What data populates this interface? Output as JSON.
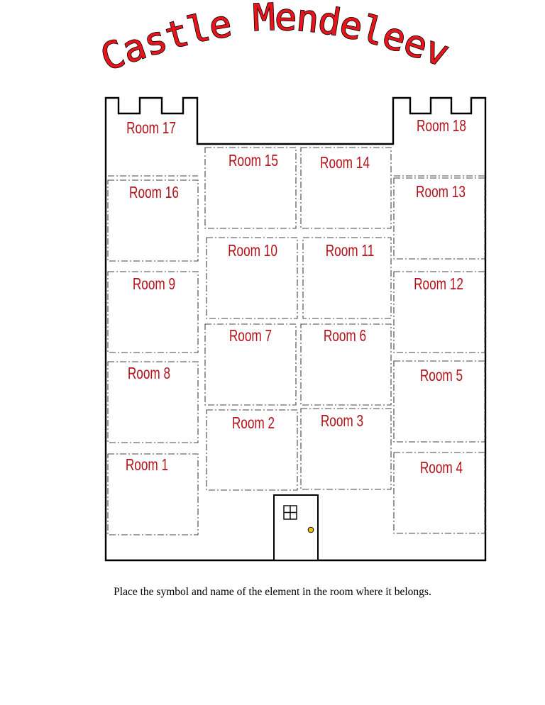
{
  "title": "Castle Mendeleev",
  "rooms": [
    {
      "label": "Room 1"
    },
    {
      "label": "Room 2"
    },
    {
      "label": "Room 3"
    },
    {
      "label": "Room 4"
    },
    {
      "label": "Room 5"
    },
    {
      "label": "Room 6"
    },
    {
      "label": "Room 7"
    },
    {
      "label": "Room 8"
    },
    {
      "label": "Room 9"
    },
    {
      "label": "Room 10"
    },
    {
      "label": "Room 11"
    },
    {
      "label": "Room 12"
    },
    {
      "label": "Room 13"
    },
    {
      "label": "Room 14"
    },
    {
      "label": "Room 15"
    },
    {
      "label": "Room 16"
    },
    {
      "label": "Room 17"
    },
    {
      "label": "Room 18"
    }
  ],
  "instruction": "Place the symbol and name of the element in the room where it belongs.",
  "colors": {
    "title_fill": "#e8141c",
    "title_outline": "#000000",
    "walls": "#000000",
    "room_border": "#444444",
    "room_label": "#b3131b",
    "door_knob": "#f2c200"
  }
}
